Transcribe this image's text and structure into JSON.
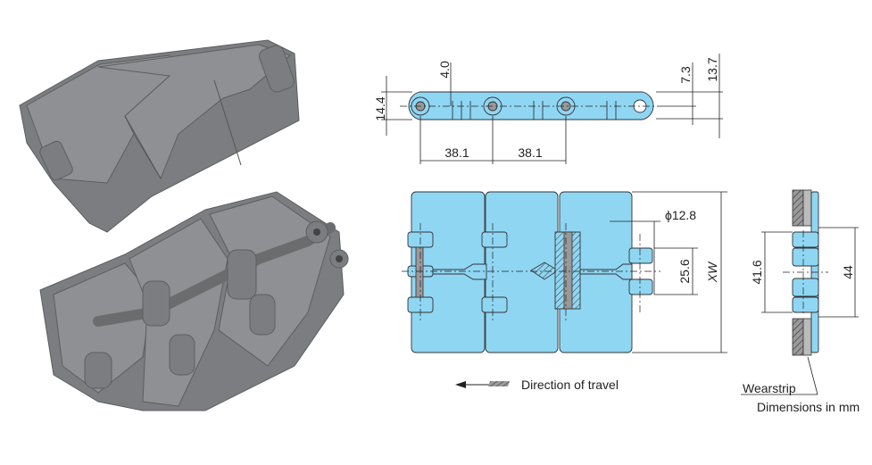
{
  "side_view": {
    "dim_height": "14.4",
    "dim_offset": "4.0",
    "dim_pin_center": "7.3",
    "dim_total": "13.7",
    "pitch_1": "38.1",
    "pitch_2": "38.1"
  },
  "top_view": {
    "dim_pin_diameter": "ϕ12.8",
    "dim_hinge": "25.6",
    "dim_width": "XW",
    "direction_label": "Direction of travel"
  },
  "end_view": {
    "dim_inner": "41.6",
    "dim_outer": "44",
    "wearstrip_label": "Wearstrip",
    "units_note": "Dimensions in mm"
  },
  "colors": {
    "part": "#8fd6f3",
    "photo": "#7b7d80"
  }
}
